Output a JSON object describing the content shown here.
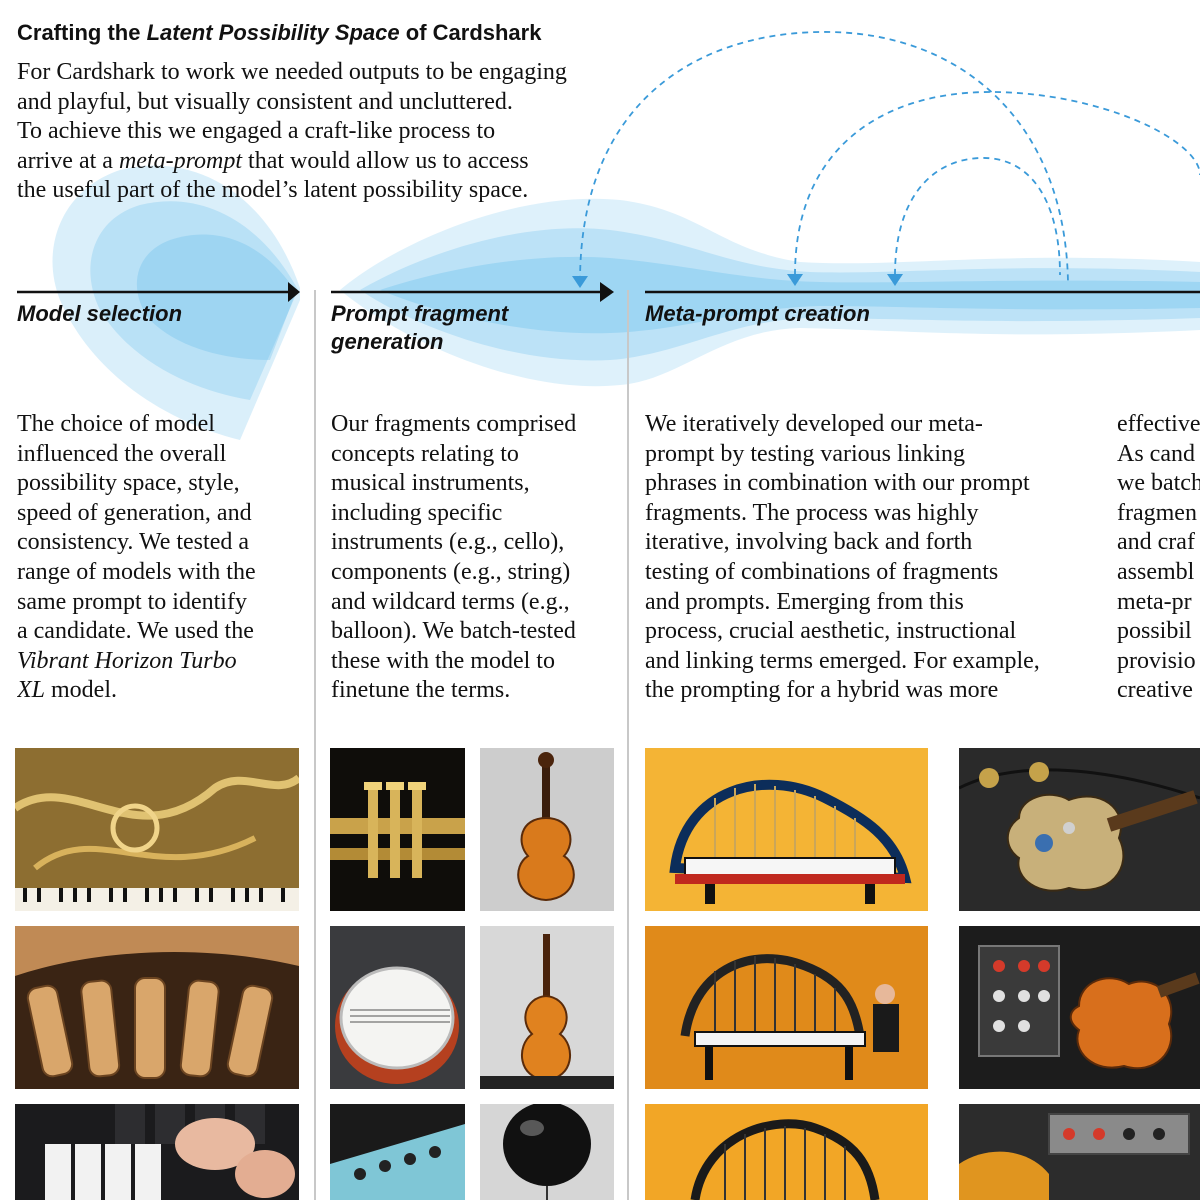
{
  "header": {
    "title_prefix": "Crafting the ",
    "title_emph": "Latent Possibility Space",
    "title_suffix": " of Cardshark"
  },
  "intro": {
    "line1": "For Cardshark to work we needed outputs to be engaging",
    "line2": "and playful, but visually consistent and uncluttered.",
    "line3": "To achieve this we engaged a craft-like process to",
    "line4_pre": "arrive at a ",
    "line4_emph": "meta-prompt",
    "line4_post": " that would allow us to access",
    "line5": "the useful part of the model’s latent possibility space."
  },
  "columns": [
    {
      "heading": "Model selection",
      "lines": [
        "The choice of model",
        "influenced the overall",
        "possibility space, style,",
        "speed of generation, and",
        "consistency. We tested a",
        "range of models with the",
        "same prompt to identify",
        "a candidate. We used the"
      ],
      "emph_line1": "Vibrant Horizon Turbo",
      "emph_line2": "XL",
      "last_suffix": " model."
    },
    {
      "heading_line1": "Prompt fragment",
      "heading_line2": "generation",
      "lines": [
        "Our fragments comprised",
        "concepts relating to",
        "musical instruments,",
        "including specific",
        "instruments (e.g., cello),",
        "components (e.g., string)",
        "and wildcard terms (e.g.,",
        "balloon). We batch-tested",
        "these with the model to",
        "finetune the terms."
      ]
    },
    {
      "heading": "Meta-prompt creation",
      "lines": [
        "We iteratively developed our meta-",
        "prompt by testing various linking",
        "phrases in combination with our prompt",
        "fragments. The process was highly",
        "iterative, involving back and forth",
        "testing of combinations of fragments",
        "and prompts. Emerging from this",
        "process, crucial aesthetic, instructional",
        "and linking terms emerged. For example,",
        "the prompting for a hybrid was more"
      ]
    },
    {
      "lines": [
        "effective",
        "As cand",
        "we batch",
        "fragmen",
        "and craf",
        "assembl",
        "meta-pr",
        "possibil",
        "provisio",
        "creative"
      ]
    }
  ],
  "images": [
    {
      "name": "brass-instruments-on-piano-image",
      "subject": "brass and piano hybrid"
    },
    {
      "name": "wooden-piano-keys-image",
      "subject": "wooden keys"
    },
    {
      "name": "hands-on-keyboard-image",
      "subject": "keyboard"
    },
    {
      "name": "trumpet-valves-image",
      "subject": "trumpet"
    },
    {
      "name": "violin-image",
      "subject": "violin"
    },
    {
      "name": "banjo-image",
      "subject": "banjo"
    },
    {
      "name": "cello-image",
      "subject": "cello"
    },
    {
      "name": "synth-panel-image",
      "subject": "synthesizer"
    },
    {
      "name": "balloon-image",
      "subject": "balloon"
    },
    {
      "name": "harp-keyboard-hybrid-image-1",
      "subject": "harp piano hybrid"
    },
    {
      "name": "harp-keyboard-with-performer-image",
      "subject": "harp organ with performer"
    },
    {
      "name": "harp-keyboard-hybrid-image-3",
      "subject": "harp hybrid"
    },
    {
      "name": "guitar-synth-hybrid-image-1",
      "subject": "guitar synth"
    },
    {
      "name": "guitar-synth-hybrid-image-2",
      "subject": "guitar modular"
    },
    {
      "name": "guitar-synth-hybrid-image-3",
      "subject": "guitar amp"
    }
  ],
  "colors": {
    "flow_blue": "#58b8ea",
    "arc_blue": "#3a9ad9",
    "arrow": "#111111",
    "divider": "#c8c8c8"
  }
}
